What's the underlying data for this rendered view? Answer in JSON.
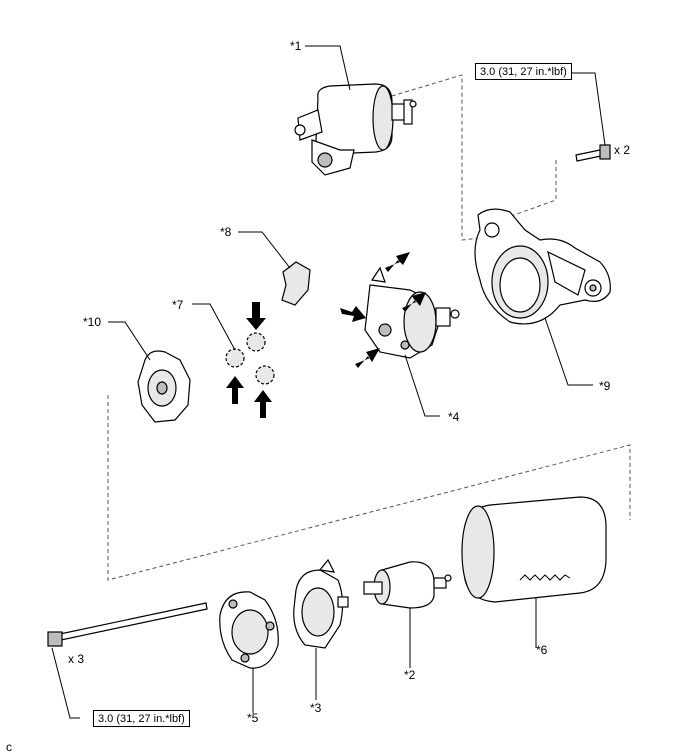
{
  "callouts": {
    "c1": "*1",
    "c2": "*2",
    "c3": "*3",
    "c4": "*4",
    "c5": "*5",
    "c6": "*6",
    "c7": "*7",
    "c8": "*8",
    "c9": "*9",
    "c10": "*10"
  },
  "torque": {
    "top": "3.0 (31, 27 in.*lbf)",
    "bottom": "3.0 (31, 27 in.*lbf)"
  },
  "quantities": {
    "bolts_top": "x 2",
    "bolts_bottom": "x 3"
  },
  "corner_code": "c"
}
